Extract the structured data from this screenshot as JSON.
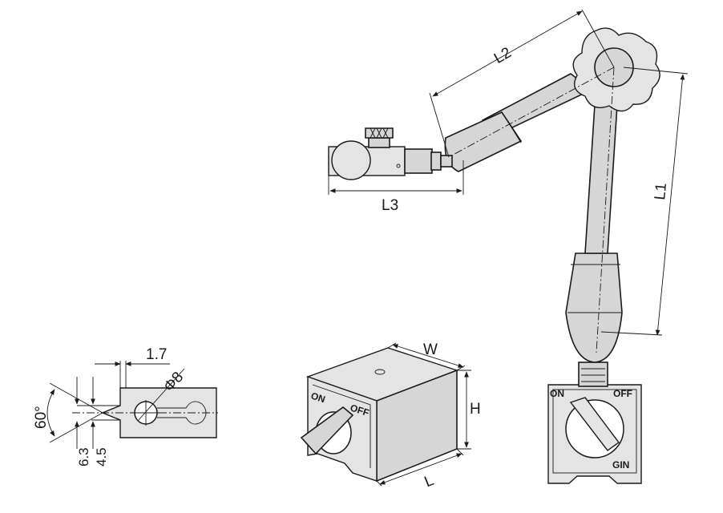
{
  "dimensions": {
    "l1": "L1",
    "l2": "L2",
    "l3": "L3",
    "w": "W",
    "h": "H",
    "l": "L",
    "groove_width": "1.7",
    "hole_diameter": "Φ8",
    "v_angle": "60°",
    "v_offset_large": "6.3",
    "v_offset_small": "4.5"
  },
  "switch_markings": {
    "on": "ON",
    "off": "OFF",
    "brand": "GIN"
  }
}
